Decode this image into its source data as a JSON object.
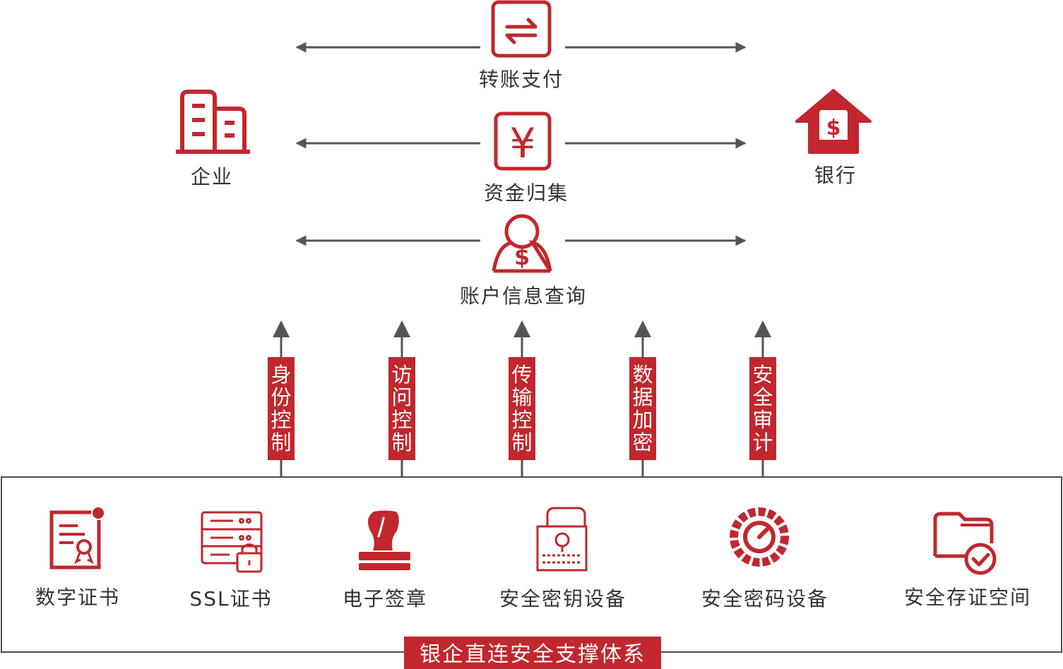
{
  "colors": {
    "accent": "#c1272d",
    "text": "#333333",
    "arrow": "#555555",
    "border": "#4d4d4d"
  },
  "entities": {
    "enterprise": "企业",
    "bank": "银行"
  },
  "flows": [
    {
      "label": "转账支付",
      "icon": "transfer-arrows-icon"
    },
    {
      "label": "资金归集",
      "icon": "yuan-icon"
    },
    {
      "label": "账户信息查询",
      "icon": "user-dollar-icon"
    }
  ],
  "controls": [
    {
      "chars": [
        "身",
        "份",
        "控",
        "制"
      ]
    },
    {
      "chars": [
        "访",
        "问",
        "控",
        "制"
      ]
    },
    {
      "chars": [
        "传",
        "输",
        "控",
        "制"
      ]
    },
    {
      "chars": [
        "数",
        "据",
        "加",
        "密"
      ]
    },
    {
      "chars": [
        "安",
        "全",
        "审",
        "计"
      ]
    }
  ],
  "support": {
    "title": "银企直连安全支撑体系",
    "items": [
      {
        "label": "数字证书",
        "icon": "certificate-icon"
      },
      {
        "label": "SSL证书",
        "icon": "ssl-server-lock-icon"
      },
      {
        "label": "电子签章",
        "icon": "stamp-icon"
      },
      {
        "label": "安全密钥设备",
        "icon": "key-device-icon"
      },
      {
        "label": "安全密码设备",
        "icon": "password-dial-icon"
      },
      {
        "label": "安全存证空间",
        "icon": "folder-check-icon"
      }
    ]
  }
}
